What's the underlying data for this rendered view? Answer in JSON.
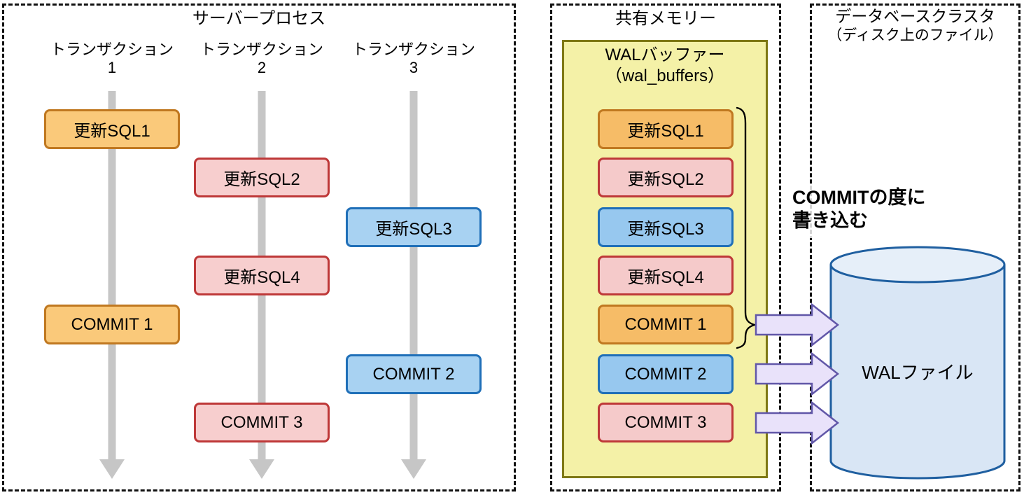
{
  "server_panel": {
    "title": "サーバープロセス",
    "transactions": [
      {
        "label": "トランザクション",
        "number": "1"
      },
      {
        "label": "トランザクション",
        "number": "2"
      },
      {
        "label": "トランザクション",
        "number": "3"
      }
    ],
    "boxes": [
      {
        "label": "更新SQL1"
      },
      {
        "label": "更新SQL2"
      },
      {
        "label": "更新SQL3"
      },
      {
        "label": "更新SQL4"
      },
      {
        "label": "COMMIT 1"
      },
      {
        "label": "COMMIT 2"
      },
      {
        "label": "COMMIT 3"
      }
    ]
  },
  "shared_memory_panel": {
    "title": "共有メモリー",
    "wal_buffer": {
      "title_line1": "WALバッファー",
      "title_line2": "（wal_buffers）",
      "entries": [
        {
          "label": "更新SQL1"
        },
        {
          "label": "更新SQL2"
        },
        {
          "label": "更新SQL3"
        },
        {
          "label": "更新SQL4"
        },
        {
          "label": "COMMIT 1"
        },
        {
          "label": "COMMIT 2"
        },
        {
          "label": "COMMIT 3"
        }
      ]
    }
  },
  "database_cluster_panel": {
    "title": "データベースクラスタ",
    "subtitle": "（ディスク上のファイル）",
    "annotation_line1": "COMMITの度に",
    "annotation_line2": "書き込む",
    "wal_file_label": "WALファイル"
  },
  "colors": {
    "update_sql1_commit1_fill": "#FAC97A",
    "update_sql1_commit1_border": "#C07820",
    "transaction2_fill": "#F7CECE",
    "transaction2_border": "#BE3838",
    "transaction3_fill": "#A8D2F2",
    "transaction3_border": "#1F6FB8",
    "wal_buffer_fill": "#F4F1A7",
    "wal_buffer_border": "#7E7815",
    "timeline_gray": "#C6C6C6",
    "write_arrow_fill": "#E9E2FA",
    "write_arrow_border": "#6157A8",
    "cylinder_fill": "#D9E6F5",
    "cylinder_top_fill": "#E6EFF9",
    "cylinder_border": "#1F5FA0"
  }
}
